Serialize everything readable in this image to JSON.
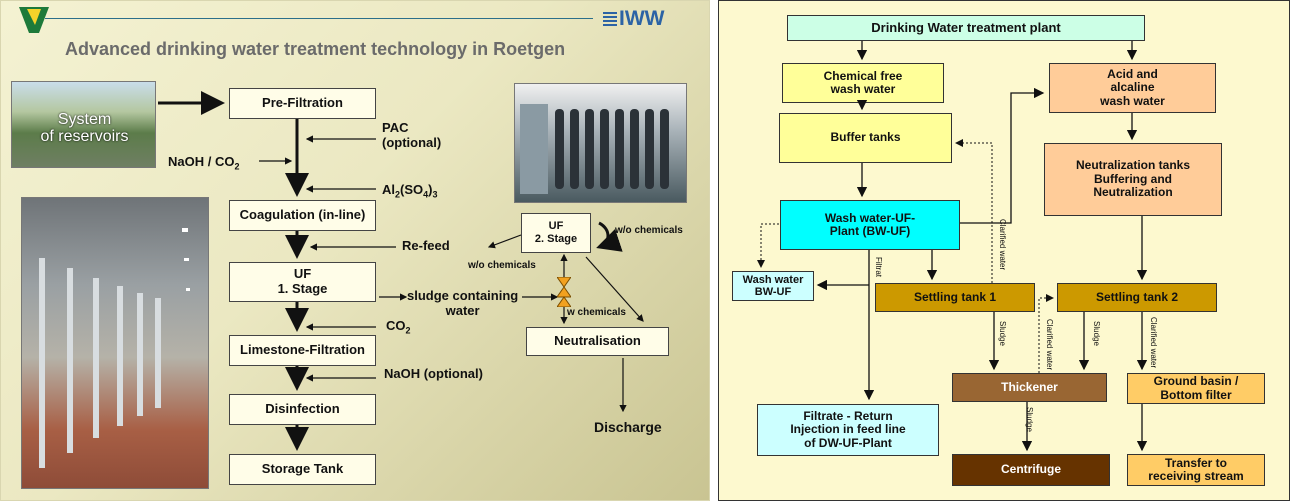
{
  "left": {
    "logo_text": "IWW",
    "brand": "IWW",
    "title": "Advanced drinking water treatment technology in Roetgen",
    "reservoir_label": "System of reservoirs",
    "reservoir_line1": "System",
    "reservoir_line2": "of reservoirs",
    "steps": {
      "prefiltration": "Pre-Filtration",
      "coagulation": "Coagulation (in-line)",
      "uf1_line1": "UF",
      "uf1_line2": "1. Stage",
      "limestone": "Limestone-Filtration",
      "disinfection": "Disinfection",
      "storage": "Storage Tank",
      "uf2_line1": "UF",
      "uf2_line2": "2. Stage",
      "neutralisation": "Neutralisation"
    },
    "labels": {
      "pac": "PAC",
      "pac_optional": "(optional)",
      "naoh_co2": "NaOH / CO",
      "naoh_co2_sub": "2",
      "al2": "Al",
      "al2_sub": "2",
      "so4": "(SO",
      "so4_sub": "4",
      "so4_close": ")",
      "so4_close_sub": "3",
      "refeed": "Re-feed",
      "sludge_line1": "sludge containing",
      "sludge_line2": "water",
      "co2": "CO",
      "co2_sub": "2",
      "naoh_optional": "NaOH (optional)",
      "wo_chem_top": "w/o chemicals",
      "wo_chem_left": "w/o chemicals",
      "w_chem": "w chemicals",
      "discharge": "Discharge"
    }
  },
  "right": {
    "boxes": {
      "plant": "Drinking Water treatment plant",
      "chem_free": "Chemical free wash water",
      "acid": "Acid and alcaline wash water",
      "buffer": "Buffer tanks",
      "neutral": "Neutralization tanks Buffering and Neutralization",
      "uf": "Wash water-UF-Plant (BW-UF)",
      "washbw": "Wash water BW-UF",
      "settling1": "Settling tank 1",
      "settling2": "Settling tank 2",
      "thickener": "Thickener",
      "ground": "Ground basin / Bottom filter",
      "filtrate": "Filtrate - Return Injection in feed line of DW-UF-Plant",
      "centrifuge": "Centrifuge",
      "transfer": "Transfer to receiving stream"
    },
    "lines": {
      "chem_free_1": "Chemical free",
      "chem_free_2": "wash water",
      "acid_1": "Acid and",
      "acid_2": "alcaline",
      "acid_3": "wash water",
      "neutral_1": "Neutralization tanks",
      "neutral_2": "Buffering and",
      "neutral_3": "Neutralization",
      "uf_1": "Wash water-UF-",
      "uf_2": "Plant (BW-UF)",
      "washbw_1": "Wash water",
      "washbw_2": "BW-UF",
      "ground_1": "Ground basin /",
      "ground_2": "Bottom filter",
      "filtrate_1": "Filtrate - Return",
      "filtrate_2": "Injection in feed line",
      "filtrate_3": "of DW-UF-Plant",
      "transfer_1": "Transfer to",
      "transfer_2": "receiving stream"
    },
    "vlabels": {
      "filtrat": "Filtrat",
      "clarified1": "Clarified water",
      "sludge1": "Sludge",
      "clarified2": "Clarified water",
      "sludge2": "Sludge",
      "clarified3": "Clarified water",
      "sludge3": "Sludge"
    },
    "colors": {
      "plant": "#ccffe6",
      "chem_free": "#ffff99",
      "acid": "#ffcc99",
      "buffer": "#ffff99",
      "neutral": "#ffcc99",
      "uf": "#00ffff",
      "washbw": "#ccffff",
      "settling": "#cc9900",
      "thickener": "#996633",
      "ground": "#ffcc66",
      "filtrate": "#ccffff",
      "centrifuge": "#663300",
      "transfer": "#ffcc66"
    }
  }
}
